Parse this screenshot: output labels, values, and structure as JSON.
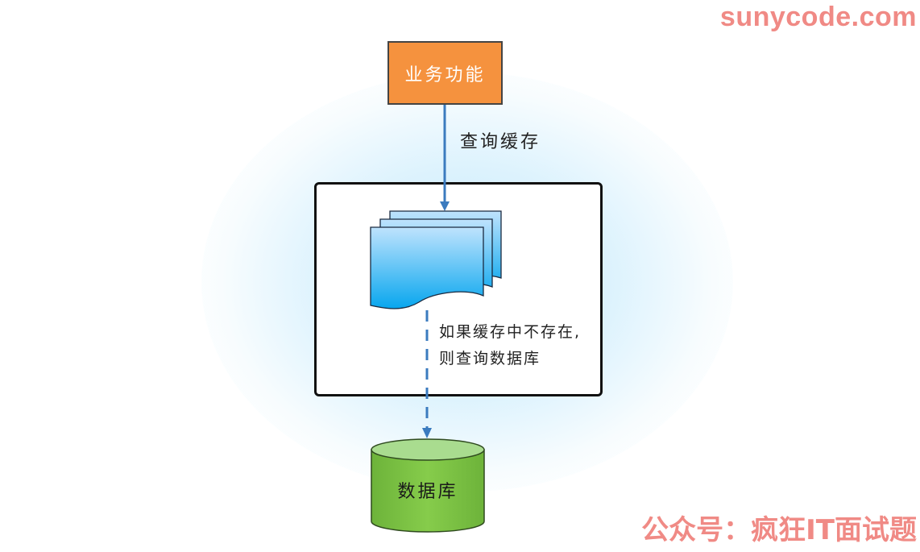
{
  "watermarks": {
    "top": "sunycode.com",
    "bottom": "公众号：疯狂IT面试题"
  },
  "nodes": {
    "business_function": "业务功能",
    "cache_note_line1": "如果缓存中不存在,",
    "cache_note_line2": "则查询数据库",
    "database": "数据库"
  },
  "edges": {
    "query_cache": "查询缓存"
  },
  "colors": {
    "business_function_fill": "#f5923e",
    "arrow": "#3b7bbf",
    "document_fill_top": "#a8d8fb",
    "document_fill_bottom": "#0aa8ee",
    "database_fill": "#7cc443",
    "database_top": "#a9dc8f",
    "watermark": "#f08a85"
  }
}
